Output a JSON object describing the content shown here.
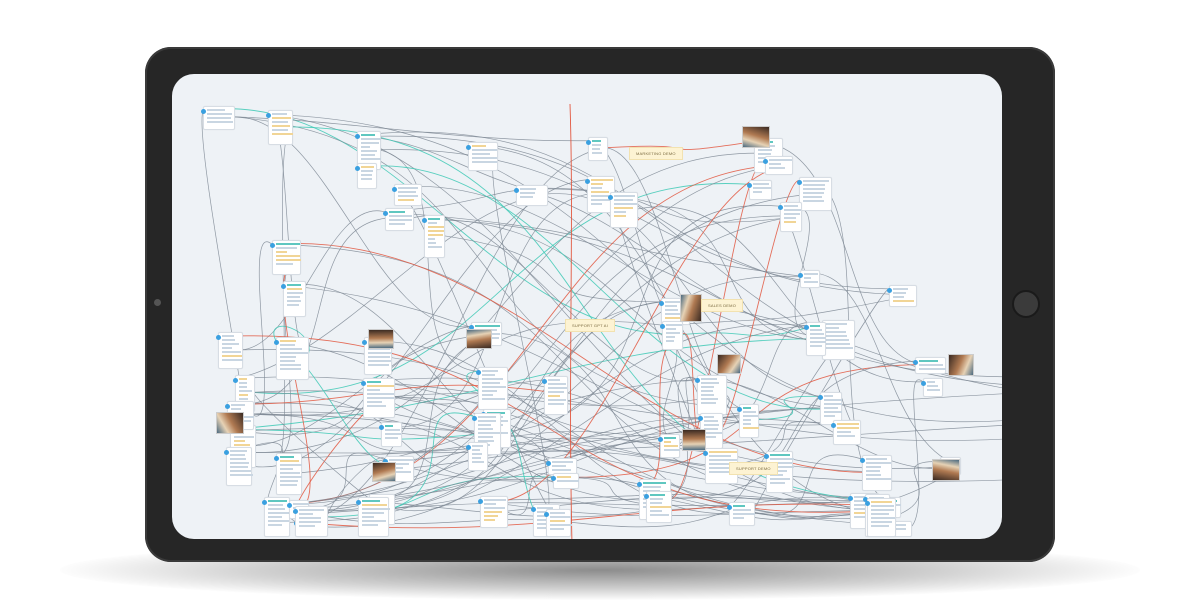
{
  "labels": {
    "marketing_demo": "MARKETING DEMO",
    "sales_demo": "SALES DEMO",
    "support_gpt": "SUPPORT GPT AI",
    "support_demo": "SUPPORT DEMO"
  },
  "colors": {
    "bezel": "#262626",
    "screen_bg": "#eef2f6",
    "edge_gray": "#7e8894",
    "edge_red": "#e2573f",
    "edge_teal": "#3ec9b5",
    "node_dot": "#3aa0e0",
    "label_bg": "#fdf3d3"
  },
  "icons": [
    "camera-icon",
    "home-button-icon"
  ]
}
